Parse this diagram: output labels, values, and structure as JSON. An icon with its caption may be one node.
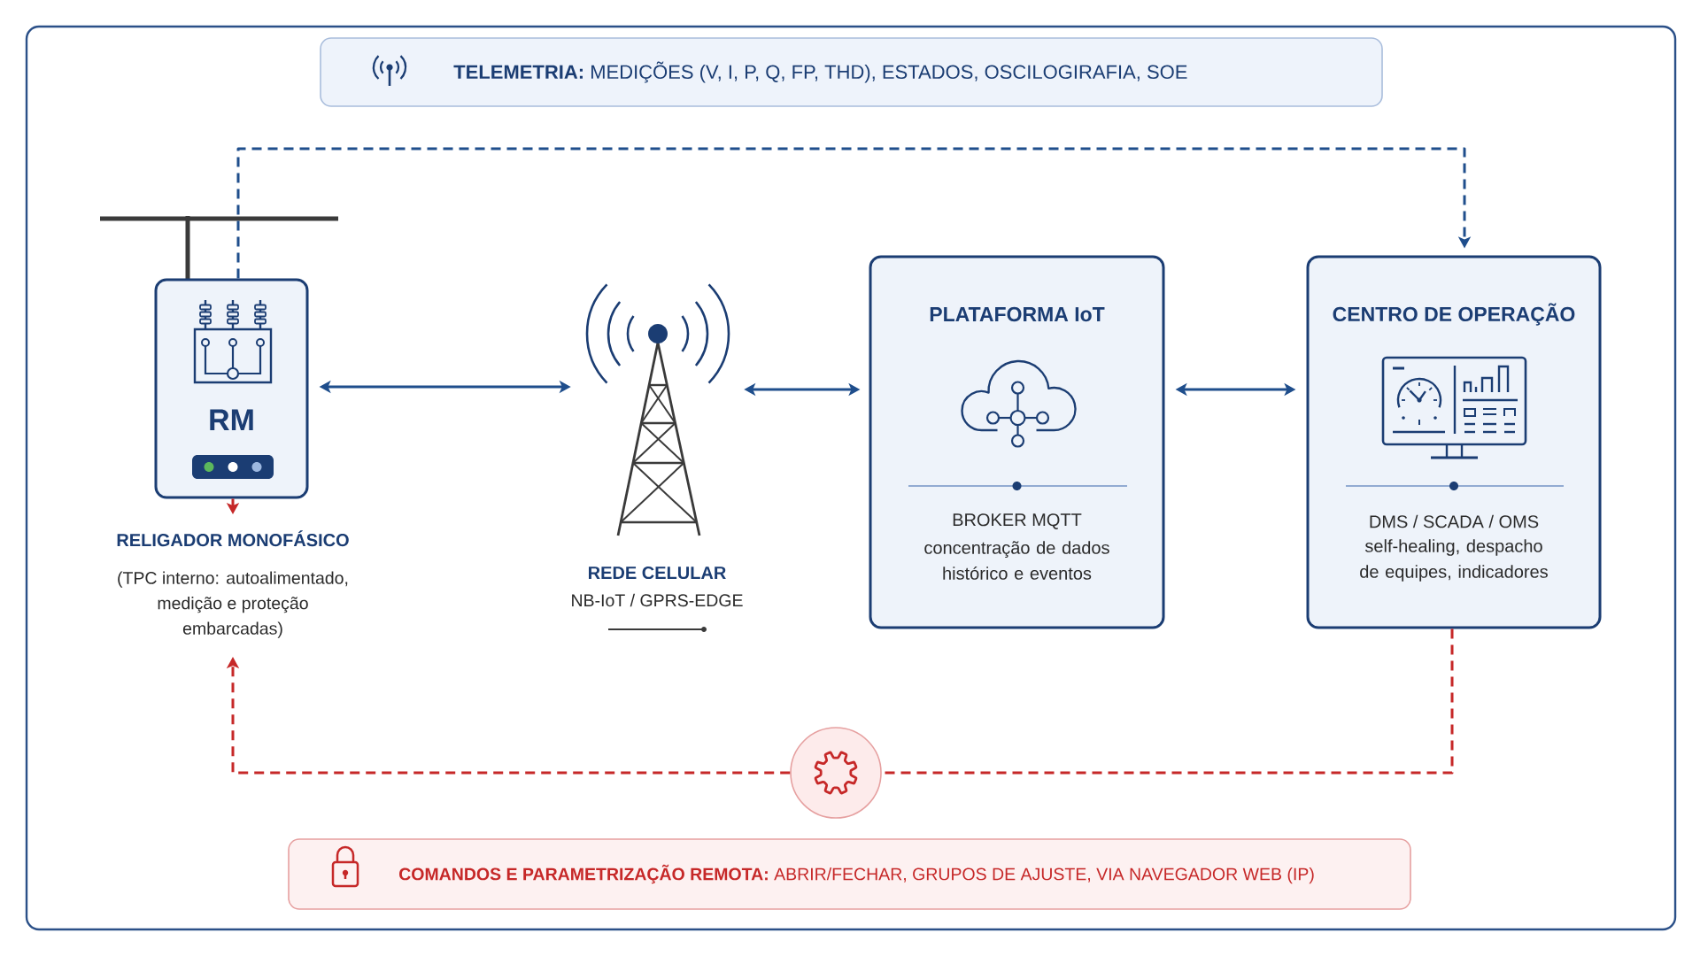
{
  "diagram": {
    "nodes": [
      {
        "text": [
          "**TELEMETRIA:** MEDIÇÕES (V, I, P, Q, FP, THD), ESTADOS, OSCILOGIRAFIA, SOE"
        ]
      },
      {
        "text": [
          "RM"
        ]
      },
      {
        "text": [
          "RELIGADOR MONOFÁSICO",
          "(TPC interno: autoalimentado, medição e proteção embarcadas)"
        ]
      },
      {
        "text": [],
        "shape": "picture",
        "beside": [
          "REDE CELULAR",
          "NB-IoT / GPRS-EDGE"
        ]
      },
      {
        "text": [
          "PLATAFORMA IoT",
          "BROKER MQTT",
          "concentração de dados histórico e eventos"
        ]
      },
      {
        "text": [
          "CENTRO DE OPERAÇÃO",
          "DMS / SCADA / OMS",
          "self-healing, despacho de equipes, indicadores"
        ]
      },
      {
        "text": [],
        "shape": "circle"
      },
      {
        "text": [
          "**COMANDOS E PARAMETRIZAÇÃO REMOTA:** ABRIR/FECHAR, GRUPOS DE AJUSTE, VIA NAVEGADOR WEB (IP)"
        ]
      }
    ],
    "edges": [
      {
        "from": 1,
        "to": 5,
        "arrow": "to",
        "style": "dashed"
      },
      {
        "from": 1,
        "to": 3,
        "arrow": "both"
      },
      {
        "from": 3,
        "to": 4,
        "arrow": "both"
      },
      {
        "from": 4,
        "to": 5,
        "arrow": "both"
      },
      {
        "from": 1,
        "to": 2,
        "arrow": "to",
        "color": "#c62828"
      },
      {
        "from": 5,
        "to": 6,
        "arrow": "none",
        "style": "dashed",
        "color": "#c62828"
      },
      {
        "from": 6,
        "to": 2,
        "arrow": "to",
        "style": "dashed",
        "color": "#c62828"
      }
    ]
  }
}
